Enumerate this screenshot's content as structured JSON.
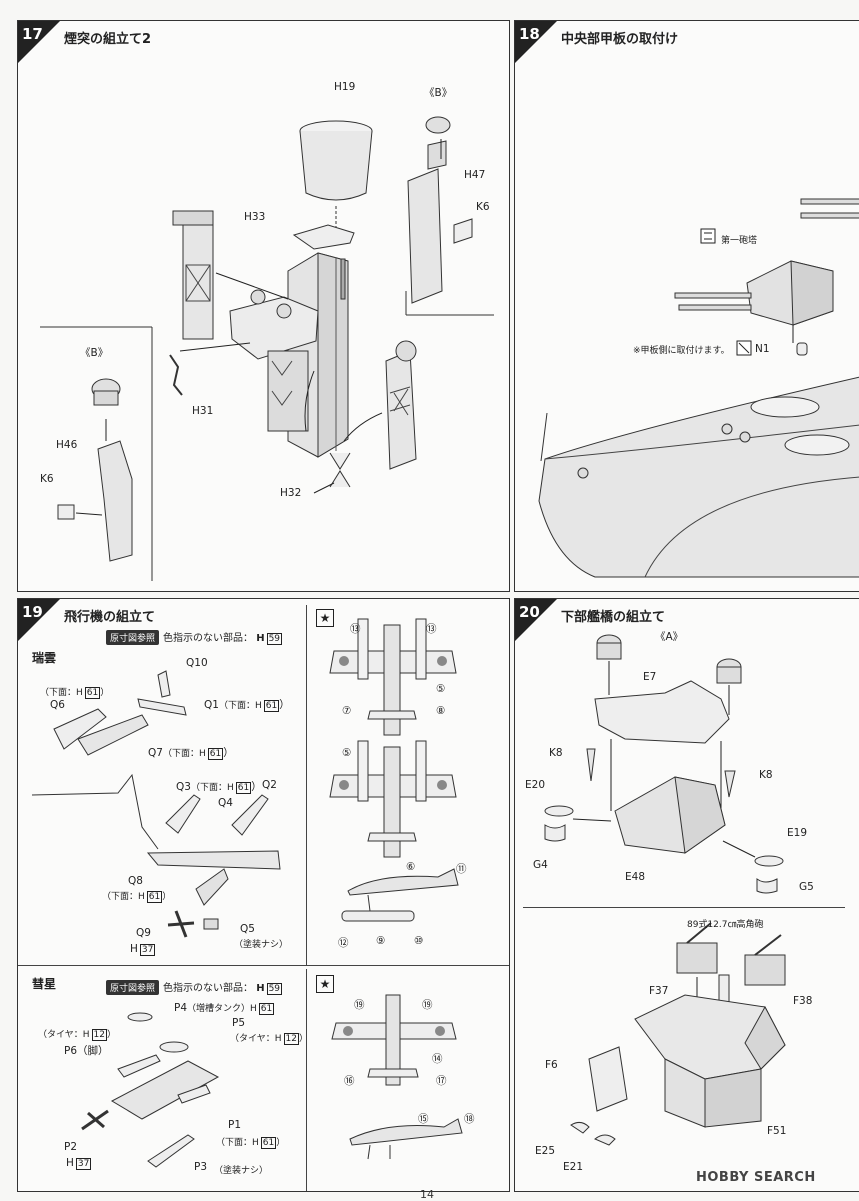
{
  "page_number": "14",
  "watermark": "HOBBY SEARCH",
  "step17": {
    "number": "17",
    "title": "煙突の組立て2",
    "labels": {
      "H19": "H19",
      "H33": "H33",
      "B_top": "《B》",
      "H47": "H47",
      "K6_right": "K6",
      "B_left": "《B》",
      "H46": "H46",
      "K6_left": "K6",
      "H31": "H31",
      "H32": "H32"
    }
  },
  "step18": {
    "number": "18",
    "title": "中央部甲板の取付け",
    "turret_label": "第一砲塔",
    "note": "※甲板側に取付けます。",
    "N1": "N1"
  },
  "step19": {
    "number": "19",
    "title": "飛行機の組立て",
    "ref_tag": "原寸図参照",
    "ref_text": "色指示のない部品：",
    "ref_part": "H",
    "ref_num": "59",
    "zuiun": {
      "name": "瑞雲",
      "Q10": "Q10",
      "Q1": "Q1",
      "Q1_note": "（下面：H",
      "Q1_num": "61",
      "Q6": "Q6",
      "Q6_note": "（下面：H",
      "Q6_num": "61",
      "Q7": "Q7",
      "Q7_note": "（下面：H",
      "Q7_num": "61",
      "Q3": "Q3",
      "Q3_note": "（下面：H",
      "Q3_num": "61",
      "Q2": "Q2",
      "Q4": "Q4",
      "Q8": "Q8",
      "Q8_note": "（下面：H",
      "Q8_num": "61",
      "Q9": "Q9",
      "Q9_part": "H",
      "Q9_num": "37",
      "Q5": "Q5",
      "Q5_note": "（塗装ナシ）",
      "decals": [
        "⑬",
        "⑬",
        "⑤",
        "⑦",
        "⑧",
        "⑤",
        "⑥",
        "⑪",
        "⑫",
        "⑨",
        "⑩"
      ]
    },
    "suisei": {
      "name": "彗星",
      "ref_tag": "原寸図参照",
      "ref_text": "色指示のない部品：",
      "ref_part": "H",
      "ref_num": "59",
      "P4": "P4",
      "P4_note": "（増槽タンク）H",
      "P4_num": "61",
      "P5": "P5",
      "P5_note": "（タイヤ：H",
      "P5_num": "12",
      "P6": "P6（脚）",
      "tire_note": "（タイヤ：H",
      "tire_num": "12",
      "P1": "P1",
      "P1_note": "（下面：H",
      "P1_num": "61",
      "P2": "P2",
      "P2_part": "H",
      "P2_num": "37",
      "P3": "P3",
      "P3_note": "（塗装ナシ）",
      "decals": [
        "⑲",
        "⑲",
        "⑭",
        "⑯",
        "⑰",
        "⑮",
        "⑱"
      ]
    }
  },
  "step20": {
    "number": "20",
    "title": "下部艦橋の組立て",
    "A": "《A》",
    "E7": "E7",
    "K8_left": "K8",
    "K8_right": "K8",
    "E20": "E20",
    "G4": "G4",
    "E48": "E48",
    "E19": "E19",
    "G5": "G5",
    "gun_label": "89式12.7㎝高角砲",
    "F37": "F37",
    "F38": "F38",
    "F6": "F6",
    "F51": "F51",
    "E25": "E25",
    "E21": "E21"
  }
}
